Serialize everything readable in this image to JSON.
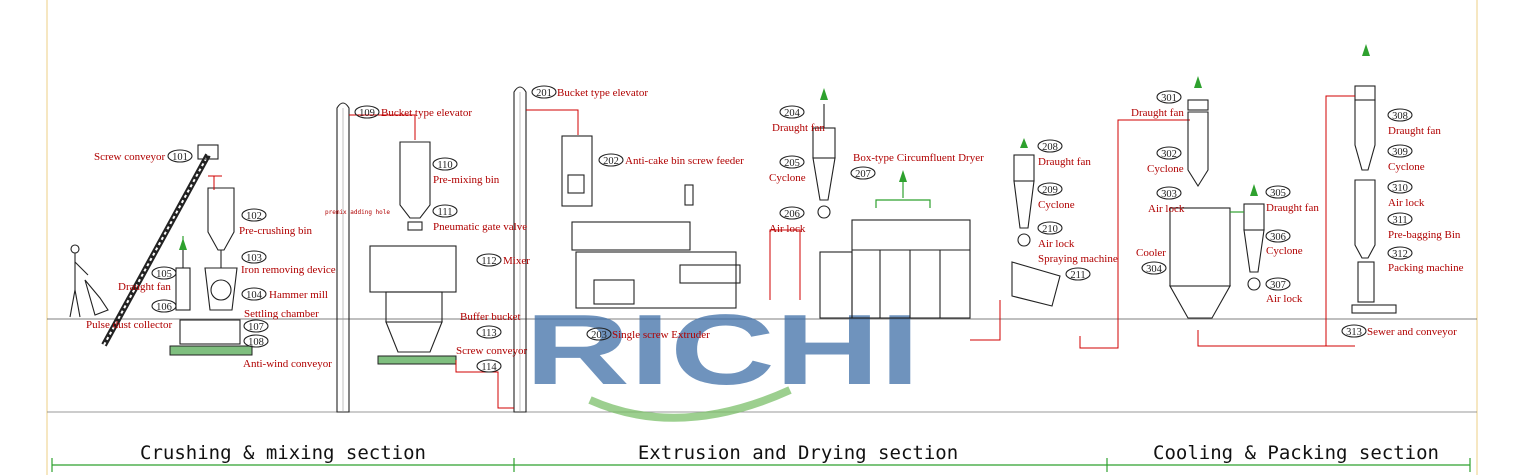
{
  "sections": [
    {
      "label": "Crushing & mixing section"
    },
    {
      "label": "Extrusion and Drying section"
    },
    {
      "label": "Cooling & Packing section"
    }
  ],
  "watermark": {
    "text": "RICHI",
    "blue": "#3f6fa8",
    "green": "#7cc06a"
  },
  "annotations": [
    {
      "num": "101",
      "label": "Screw conveyor"
    },
    {
      "num": "102",
      "label": "Pre-crushing bin"
    },
    {
      "num": "103",
      "label": "Iron removing device"
    },
    {
      "num": "104",
      "label": "Hammer mill"
    },
    {
      "num": "105",
      "label": "Draught fan"
    },
    {
      "num": "106",
      "label": "Pulse dust collector"
    },
    {
      "num": "107",
      "label": "Settling chamber"
    },
    {
      "num": "108",
      "label": "Anti-wind conveyor"
    },
    {
      "num": "109",
      "label": "Bucket type elevator"
    },
    {
      "num": "110",
      "label": "Pre-mixing bin"
    },
    {
      "num": "111",
      "label": "Pneumatic gate valve"
    },
    {
      "num": "112",
      "label": "Mixer"
    },
    {
      "num": "113",
      "label": "Buffer bucket"
    },
    {
      "num": "114",
      "label": "Screw conveyor"
    },
    {
      "num": "201",
      "label": "Bucket type elevator"
    },
    {
      "num": "202",
      "label": "Anti-cake bin screw feeder"
    },
    {
      "num": "203",
      "label": "Single screw Extruder"
    },
    {
      "num": "204",
      "label": "Draught fan"
    },
    {
      "num": "205",
      "label": "Cyclone"
    },
    {
      "num": "206",
      "label": "Air lock"
    },
    {
      "num": "207",
      "label": "Box-type Circumfluent Dryer"
    },
    {
      "num": "208",
      "label": "Draught fan"
    },
    {
      "num": "209",
      "label": "Cyclone"
    },
    {
      "num": "210",
      "label": "Air lock"
    },
    {
      "num": "211",
      "label": "Spraying machine"
    },
    {
      "num": "301",
      "label": "Draught fan"
    },
    {
      "num": "302",
      "label": "Cyclone"
    },
    {
      "num": "303",
      "label": "Air lock"
    },
    {
      "num": "304",
      "label": "Cooler"
    },
    {
      "num": "305",
      "label": "Draught fan"
    },
    {
      "num": "306",
      "label": "Cyclone"
    },
    {
      "num": "307",
      "label": "Air lock"
    },
    {
      "num": "308",
      "label": "Draught fan"
    },
    {
      "num": "309",
      "label": "Cyclone"
    },
    {
      "num": "310",
      "label": "Air lock"
    },
    {
      "num": "311",
      "label": "Pre-bagging Bin"
    },
    {
      "num": "312",
      "label": "Packing machine"
    },
    {
      "num": "313",
      "label": "Sewer and conveyor"
    }
  ],
  "premix_note": "premix adding hole",
  "colors": {
    "label": "#b00000",
    "arrow": "#2ea12e",
    "pipe": "#d00000"
  }
}
